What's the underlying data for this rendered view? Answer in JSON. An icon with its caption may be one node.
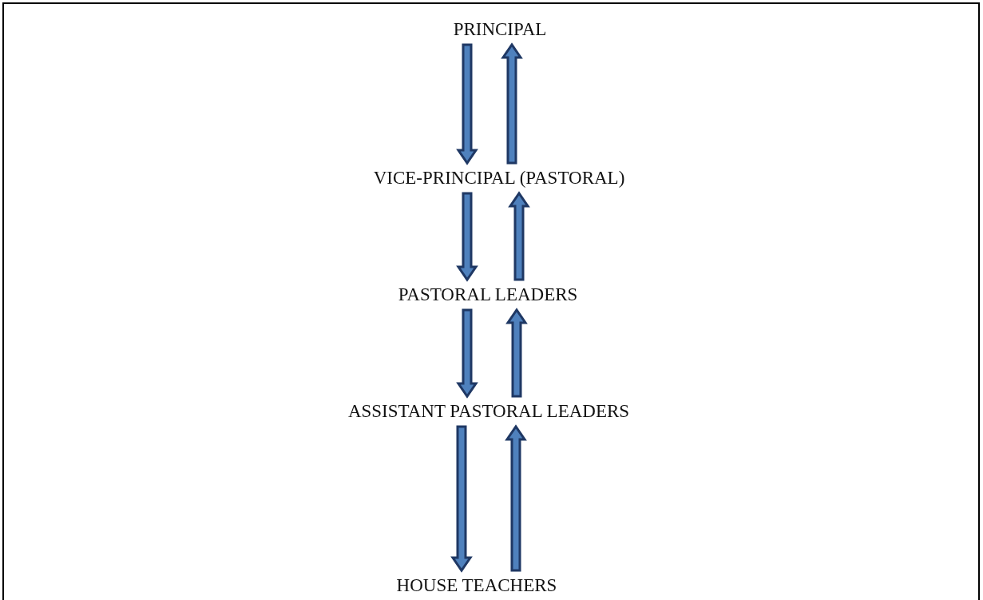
{
  "diagram": {
    "nodes": [
      {
        "text": [
          "PRINCIPAL"
        ]
      },
      {
        "text": [
          "VICE-PRINCIPAL (PASTORAL)"
        ]
      },
      {
        "text": [
          "PASTORAL LEADERS"
        ]
      },
      {
        "text": [
          "ASSISTANT PASTORAL LEADERS"
        ]
      },
      {
        "text": [
          "HOUSE TEACHERS"
        ]
      }
    ],
    "edges": [
      {
        "from": 0,
        "to": 1,
        "arrow": "to"
      },
      {
        "from": 1,
        "to": 0,
        "arrow": "to"
      },
      {
        "from": 1,
        "to": 2,
        "arrow": "to"
      },
      {
        "from": 2,
        "to": 1,
        "arrow": "to"
      },
      {
        "from": 2,
        "to": 3,
        "arrow": "to"
      },
      {
        "from": 3,
        "to": 2,
        "arrow": "to"
      },
      {
        "from": 3,
        "to": 4,
        "arrow": "to"
      },
      {
        "from": 4,
        "to": 3,
        "arrow": "to"
      }
    ]
  }
}
